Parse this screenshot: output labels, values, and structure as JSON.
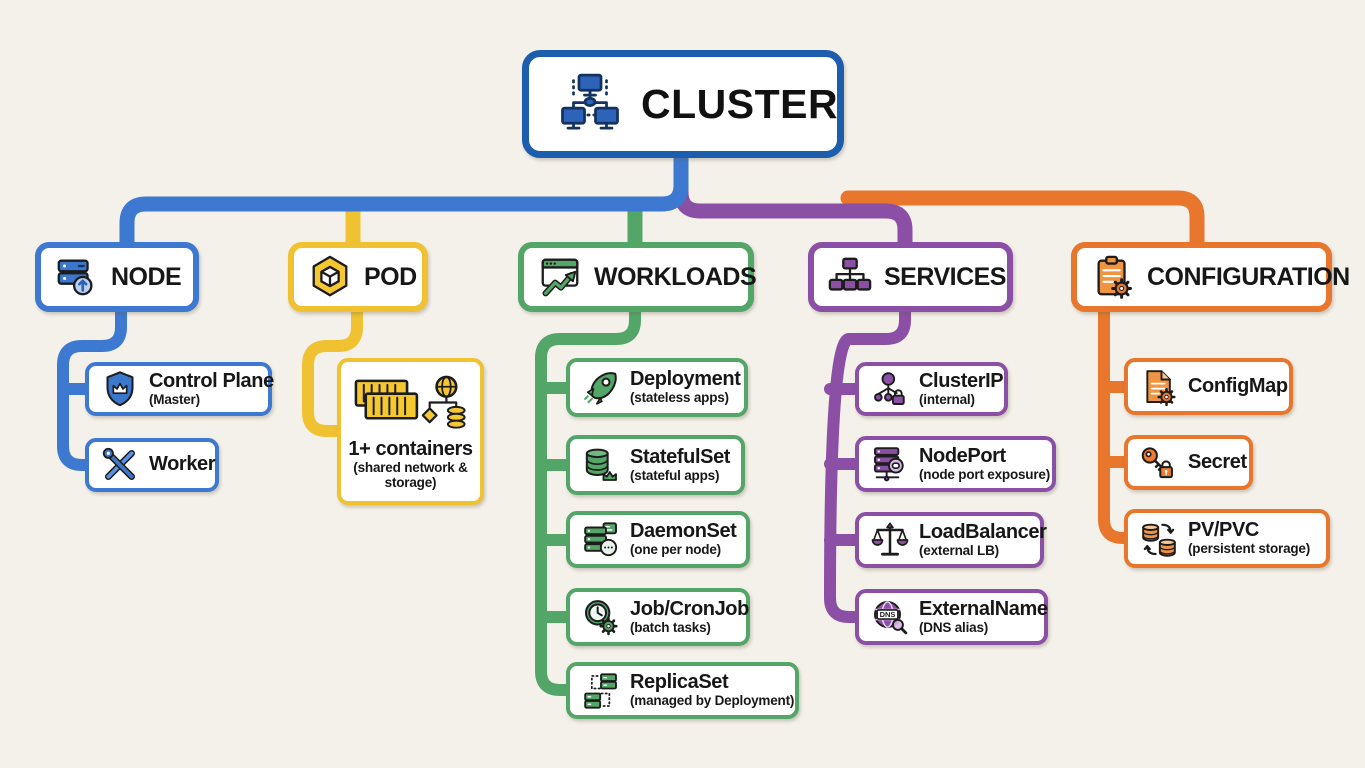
{
  "diagram": "kubernetes-cluster-hierarchy",
  "colors": {
    "background": "#f4f1ea",
    "cluster_border": "#1d5dad",
    "blue": "#3d79d1",
    "yellow": "#f0c232",
    "green": "#54a668",
    "purple": "#8b4fa5",
    "orange": "#e8762c",
    "text": "#171717",
    "box_fill": "#ffffff"
  },
  "root": {
    "id": "cluster",
    "label": "CLUSTER",
    "icon": "network-cluster-icon"
  },
  "branches": [
    {
      "id": "node",
      "label": "NODE",
      "icon": "server-up-icon",
      "color": "#3d79d1",
      "children": [
        {
          "id": "control-plane",
          "label": "Control Plane",
          "sublabel": "(Master)",
          "icon": "shield-crown-icon"
        },
        {
          "id": "worker",
          "label": "Worker",
          "sublabel": "",
          "icon": "tools-icon"
        }
      ]
    },
    {
      "id": "pod",
      "label": "POD",
      "icon": "hexagon-cube-icon",
      "color": "#f0c232",
      "children": [
        {
          "id": "containers",
          "label": "1+ containers",
          "sublabel": "(shared network & storage)",
          "icon": "containers-icon"
        }
      ]
    },
    {
      "id": "workloads",
      "label": "WORKLOADS",
      "icon": "chart-window-icon",
      "color": "#54a668",
      "children": [
        {
          "id": "deployment",
          "label": "Deployment",
          "sublabel": "(stateless apps)",
          "icon": "rocket-icon"
        },
        {
          "id": "statefulset",
          "label": "StatefulSet",
          "sublabel": "(stateful apps)",
          "icon": "database-crown-icon"
        },
        {
          "id": "daemonset",
          "label": "DaemonSet",
          "sublabel": "(one per node)",
          "icon": "server-daemon-icon"
        },
        {
          "id": "job-cronjob",
          "label": "Job/CronJob",
          "sublabel": "(batch tasks)",
          "icon": "clock-gear-icon"
        },
        {
          "id": "replicaset",
          "label": "ReplicaSet",
          "sublabel": "(managed by Deployment)",
          "icon": "replica-servers-icon"
        }
      ]
    },
    {
      "id": "services",
      "label": "SERVICES",
      "icon": "topology-icon",
      "color": "#8b4fa5",
      "children": [
        {
          "id": "clusterip",
          "label": "ClusterIP",
          "sublabel": "(internal)",
          "icon": "nodes-lock-icon"
        },
        {
          "id": "nodeport",
          "label": "NodePort",
          "sublabel": "(node port exposure)",
          "icon": "server-port-icon"
        },
        {
          "id": "loadbalancer",
          "label": "LoadBalancer",
          "sublabel": "(external LB)",
          "icon": "balance-scale-icon"
        },
        {
          "id": "externalname",
          "label": "ExternalName",
          "sublabel": "(DNS alias)",
          "icon": "dns-globe-icon",
          "icon_text": "DNS"
        }
      ]
    },
    {
      "id": "configuration",
      "label": "CONFIGURATION",
      "icon": "clipboard-gear-icon",
      "color": "#e8762c",
      "children": [
        {
          "id": "configmap",
          "label": "ConfigMap",
          "sublabel": "",
          "icon": "file-gear-icon"
        },
        {
          "id": "secret",
          "label": "Secret",
          "sublabel": "",
          "icon": "key-lock-icon"
        },
        {
          "id": "pv-pvc",
          "label": "PV/PVC",
          "sublabel": "(persistent storage)",
          "icon": "storage-sync-icon"
        }
      ]
    }
  ]
}
